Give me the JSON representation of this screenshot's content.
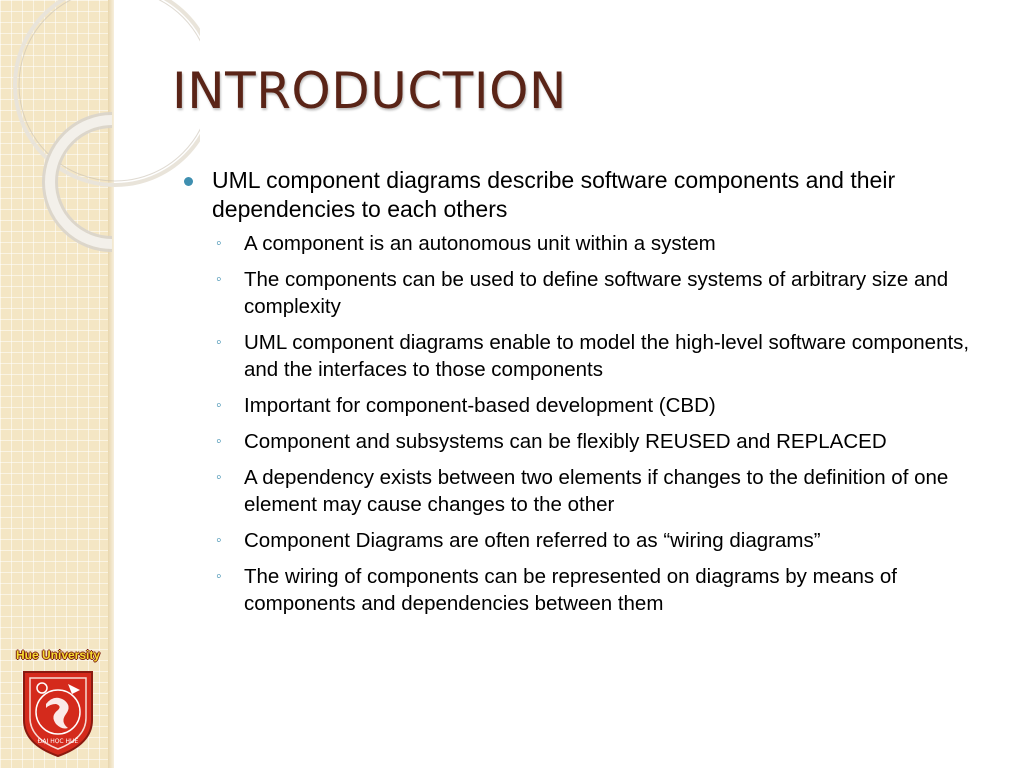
{
  "slide": {
    "title": "INTRODUCTION",
    "main_point": {
      "text": "UML component diagrams describe software components and their dependencies to each others",
      "sub_points": [
        {
          "text": "A component is an autonomous unit within a system"
        },
        {
          "text": "The components can be used to define software systems of arbitrary size and complexity"
        },
        {
          "text": "UML component diagrams enable to model the high-level software components, and the interfaces to those components"
        },
        {
          "text": "Important for component-based development (CBD)"
        },
        {
          "text": "Component and subsystems can be flexibly REUSED and REPLACED"
        },
        {
          "text": "A dependency exists between two elements if changes to the definition of one element may cause changes to the other"
        },
        {
          "text": "Component Diagrams are often referred to as “wiring diagrams”"
        },
        {
          "text": "The wiring of components can be represented on diagrams by means of components and dependencies between them"
        }
      ]
    }
  },
  "logo": {
    "label": "Hue University",
    "seal_text": "ĐẠI HỌC HUẾ"
  },
  "colors": {
    "title": "#5a2417",
    "bullet": "#3f8fb0",
    "band": "#f4e6c4",
    "logo_red": "#d42a1c"
  },
  "icons": {
    "main_bullet": "filled-circle",
    "sub_bullet": "hollow-circle"
  }
}
